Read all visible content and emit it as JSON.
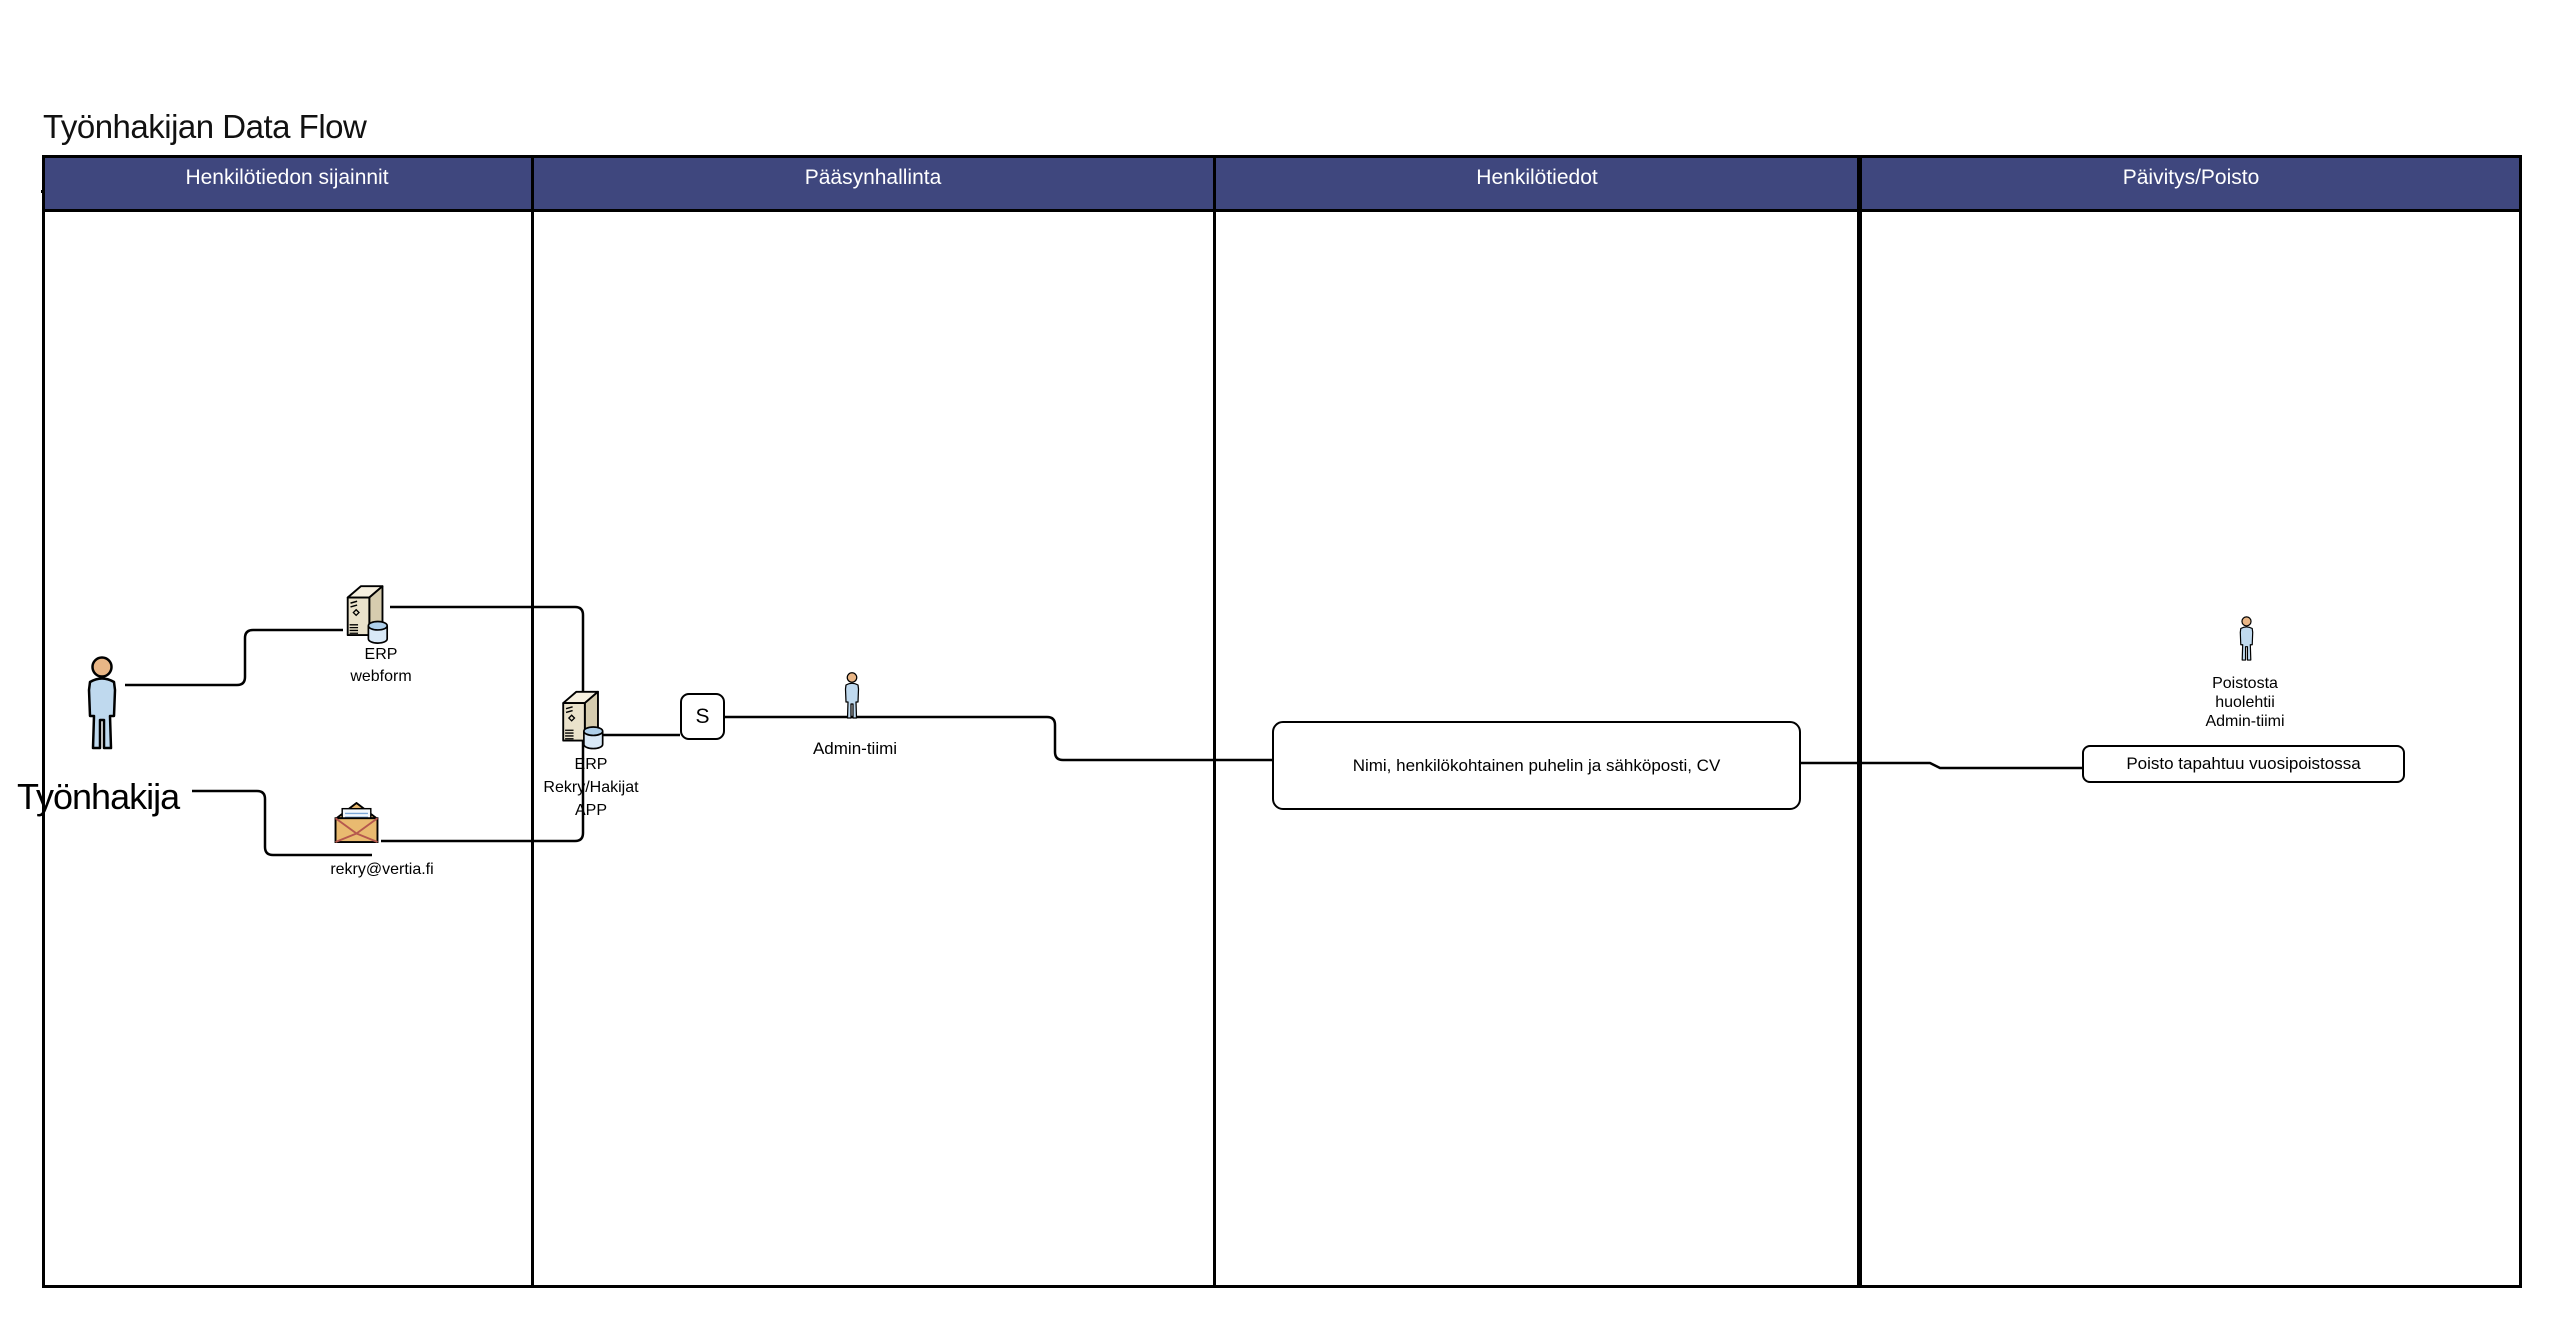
{
  "title": "Työnhakijan Data Flow",
  "lanes": [
    {
      "label": "Henkilötiedon sijainnit"
    },
    {
      "label": "Pääsynhallinta"
    },
    {
      "label": "Henkilötiedot"
    },
    {
      "label": "Päivitys/Poisto"
    }
  ],
  "nodes": {
    "applicant": {
      "label": "Työnhakija"
    },
    "erp_webform": {
      "lines": [
        "ERP",
        "webform"
      ]
    },
    "email": {
      "label": "rekry@vertia.fi"
    },
    "erp_app": {
      "lines": [
        "ERP",
        "Rekry/Hakijat",
        "APP"
      ]
    },
    "s_gateway": {
      "label": "S"
    },
    "admin_team": {
      "label": "Admin-tiimi"
    },
    "personal_data_box": {
      "label": "Nimi, henkilökohtainen puhelin ja sähköposti, CV"
    },
    "delete_owner": {
      "lines": [
        "Poistosta",
        "huolehtii",
        "Admin-tiimi"
      ]
    },
    "delete_policy_box": {
      "label": "Poisto tapahtuu vuosipoistossa"
    }
  },
  "colors": {
    "header_bg": "#3F477E",
    "header_text": "#FFFFFF",
    "line": "#000000",
    "server_face": "#EAE2CB",
    "server_top": "#F6F0E0",
    "server_side": "#D6CCAE",
    "db_fill": "#D9E9F7",
    "db_top": "#AECFEA",
    "person_fill": "#BFD9EE",
    "person_head": "#E9B686",
    "envelope_fill": "#E9BA70",
    "envelope_fold": "#B5584E",
    "letter_fill": "#F4F8FC",
    "letter_line": "#7BA7D7"
  }
}
